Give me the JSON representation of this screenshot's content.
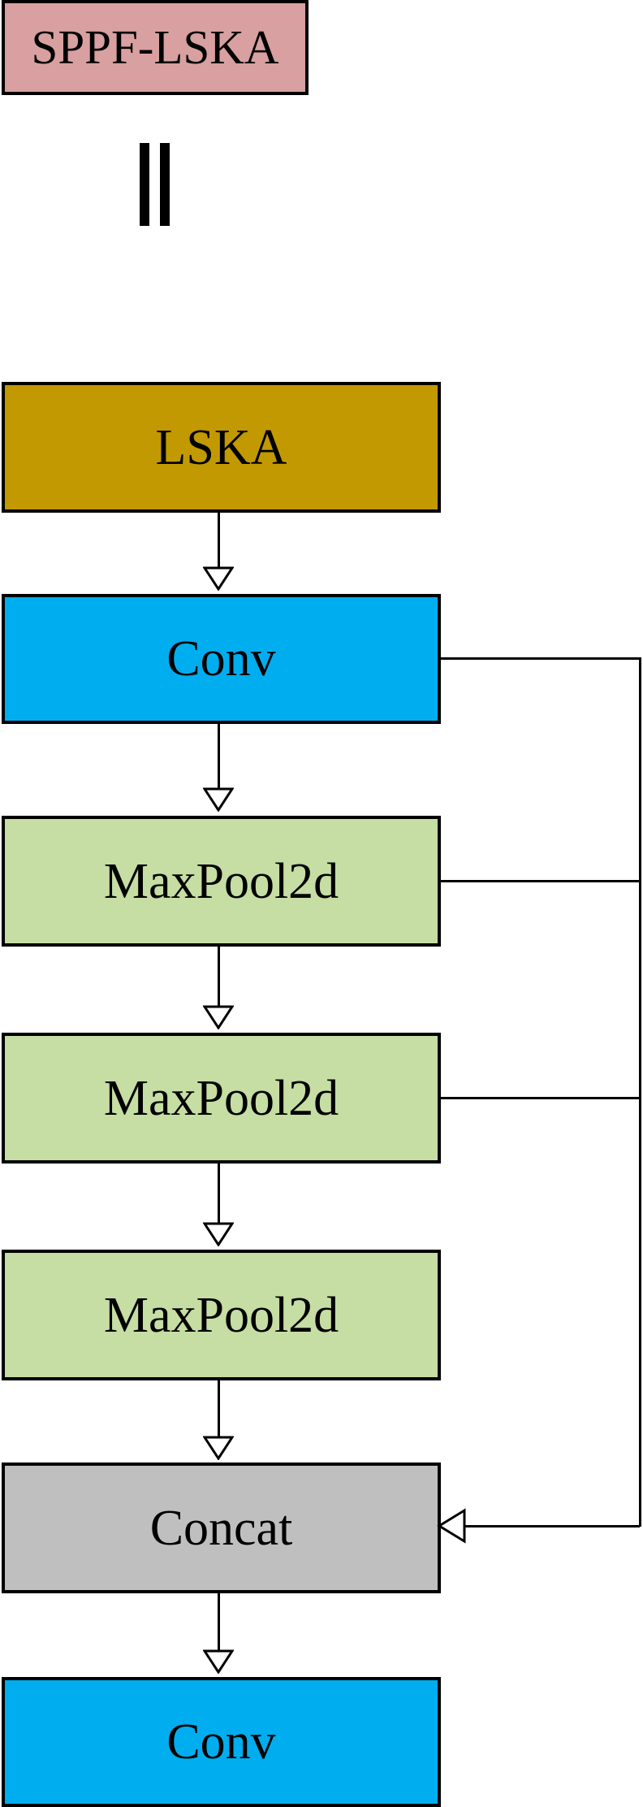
{
  "diagram": {
    "title": "SPPF-LSKA",
    "equality_symbol": "||",
    "nodes": [
      {
        "id": "title",
        "label": "SPPF-LSKA",
        "color": "#d8a0a0",
        "role": "module-name"
      },
      {
        "id": "lska",
        "label": "LSKA",
        "color": "#c29900",
        "role": "attention-block"
      },
      {
        "id": "conv1",
        "label": "Conv",
        "color": "#00aeef",
        "role": "convolution"
      },
      {
        "id": "mp1",
        "label": "MaxPool2d",
        "color": "#c6dda3",
        "role": "pooling"
      },
      {
        "id": "mp2",
        "label": "MaxPool2d",
        "color": "#c6dda3",
        "role": "pooling"
      },
      {
        "id": "mp3",
        "label": "MaxPool2d",
        "color": "#c6dda3",
        "role": "pooling"
      },
      {
        "id": "concat",
        "label": "Concat",
        "color": "#bfbfbf",
        "role": "concatenation"
      },
      {
        "id": "conv2",
        "label": "Conv",
        "color": "#00aeef",
        "role": "convolution"
      }
    ],
    "edges": [
      {
        "from": "lska",
        "to": "conv1",
        "type": "arrow-down"
      },
      {
        "from": "conv1",
        "to": "mp1",
        "type": "arrow-down"
      },
      {
        "from": "mp1",
        "to": "mp2",
        "type": "arrow-down"
      },
      {
        "from": "mp2",
        "to": "mp3",
        "type": "arrow-down"
      },
      {
        "from": "mp3",
        "to": "concat",
        "type": "arrow-down"
      },
      {
        "from": "concat",
        "to": "conv2",
        "type": "arrow-down"
      },
      {
        "from": "conv1",
        "to": "concat",
        "type": "skip-connection"
      },
      {
        "from": "mp1",
        "to": "concat",
        "type": "skip-connection"
      },
      {
        "from": "mp2",
        "to": "concat",
        "type": "skip-connection"
      }
    ],
    "colors": {
      "pink": "#d8a0a0",
      "gold": "#c29900",
      "blue": "#00aeef",
      "green": "#c6dda3",
      "gray": "#bfbfbf",
      "stroke": "#000000",
      "background": "#ffffff"
    }
  }
}
